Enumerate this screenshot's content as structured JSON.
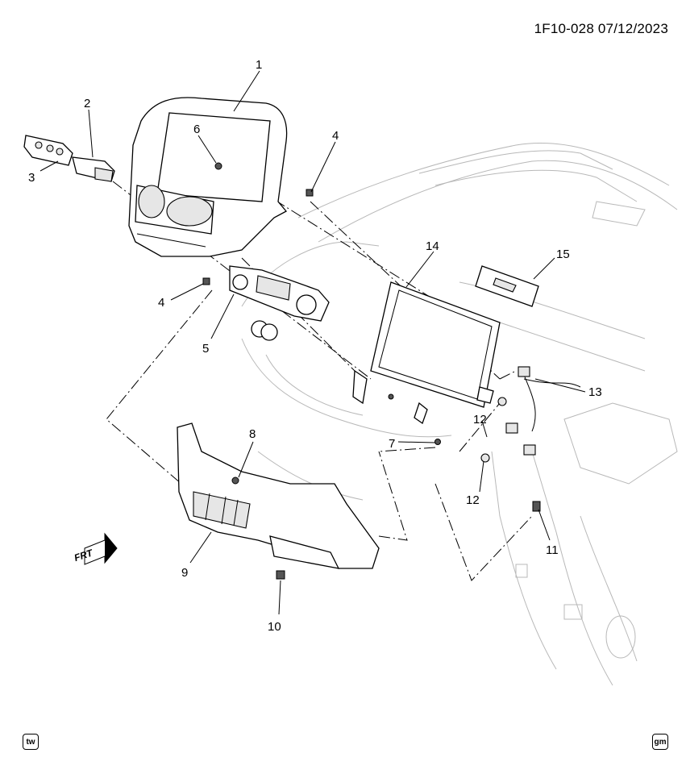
{
  "header": {
    "doc_id": "1F10-028  07/12/2023"
  },
  "badges": {
    "left": "tw",
    "right": "gm"
  },
  "direction_label": "FRT",
  "callouts": [
    "1",
    "2",
    "3",
    "4",
    "4",
    "5",
    "6",
    "7",
    "8",
    "9",
    "10",
    "11",
    "12",
    "12",
    "13",
    "14",
    "15"
  ]
}
